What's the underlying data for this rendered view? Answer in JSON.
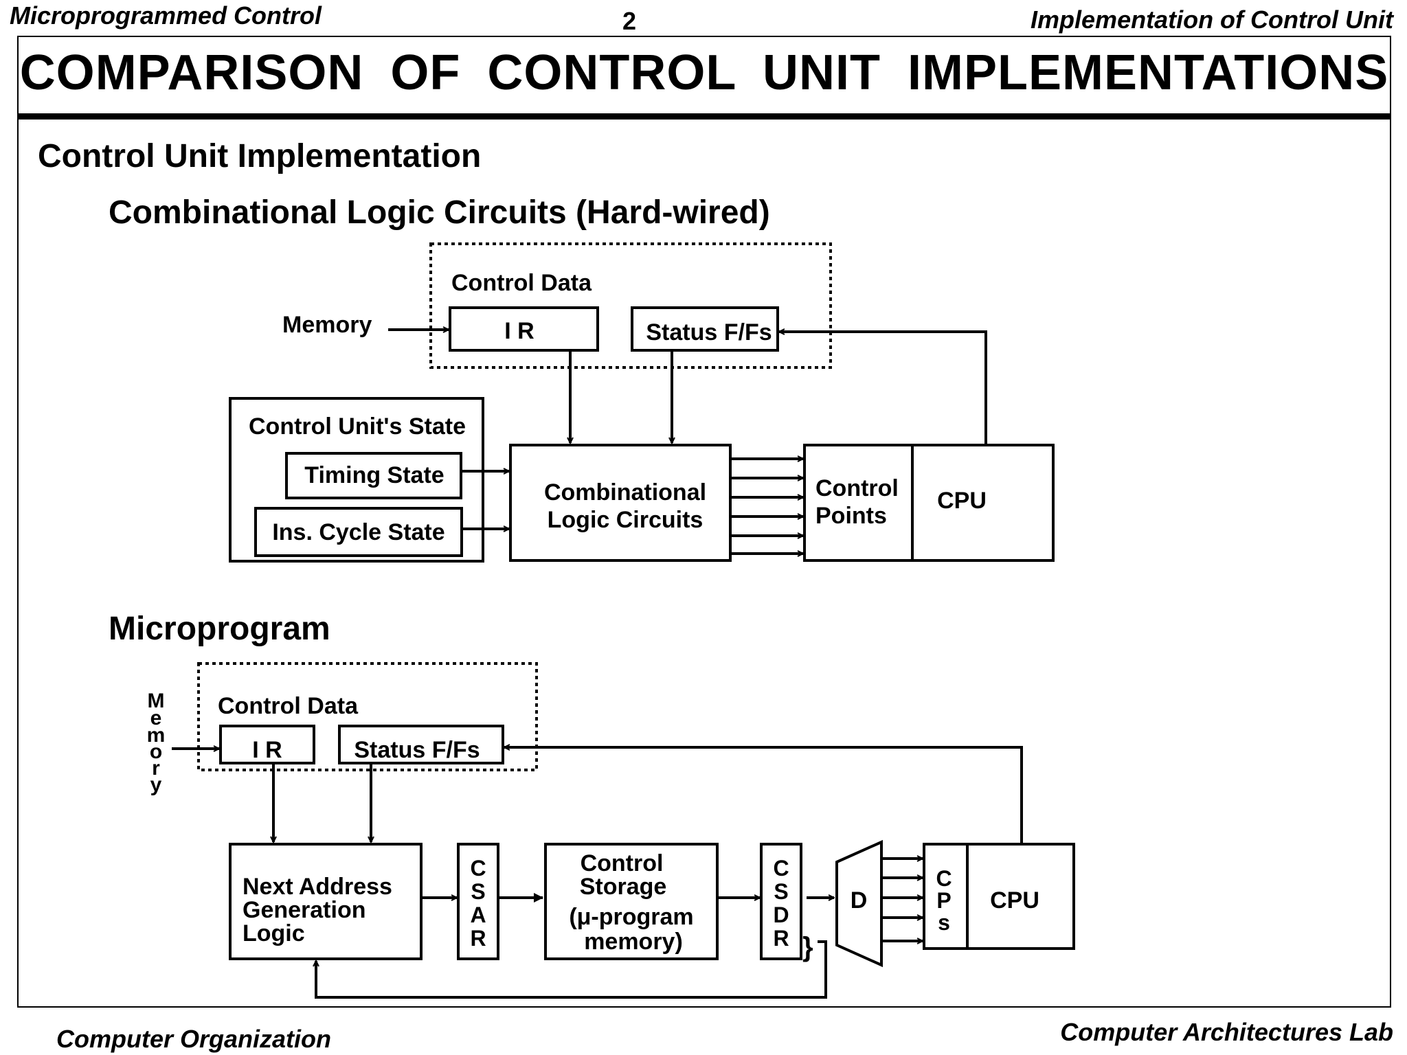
{
  "header": {
    "left": "Microprogrammed Control",
    "page_number": "2",
    "right": "Implementation of Control Unit"
  },
  "title": "COMPARISON OF CONTROL UNIT IMPLEMENTATIONS",
  "section_heading": "Control Unit Implementation",
  "hardwired": {
    "heading": "Combinational Logic Circuits (Hard-wired)",
    "control_data_label": "Control Data",
    "memory_label": "Memory",
    "ir_label": "I R",
    "status_label": "Status F/Fs",
    "cu_state_label": "Control Unit's State",
    "timing_state_label": "Timing State",
    "ins_cycle_state_label": "Ins. Cycle State",
    "clc_line1": "Combinational",
    "clc_line2": "Logic Circuits",
    "control_points_line1": "Control",
    "control_points_line2": "Points",
    "cpu_label": "CPU"
  },
  "microprogram": {
    "heading": "Microprogram",
    "memory_letters": [
      "M",
      "e",
      "m",
      "o",
      "r",
      "y"
    ],
    "control_data_label": "Control Data",
    "ir_label": "I R",
    "status_label": "Status F/Fs",
    "nagl_line1": "Next Address",
    "nagl_line2": "Generation",
    "nagl_line3": "Logic",
    "csar_letters": [
      "C",
      "S",
      "A",
      "R"
    ],
    "cs_line1": "Control",
    "cs_line2": "Storage",
    "cs_line3": "(μ-program",
    "cs_line4": "memory)",
    "csdr_letters": [
      "C",
      "S",
      "D",
      "R"
    ],
    "decoder_label": "D",
    "cps_letters": [
      "C",
      "P",
      "s"
    ],
    "cpu_label": "CPU",
    "brace": "}"
  },
  "footer": {
    "left": "Computer Organization",
    "right": "Computer Architectures Lab"
  }
}
